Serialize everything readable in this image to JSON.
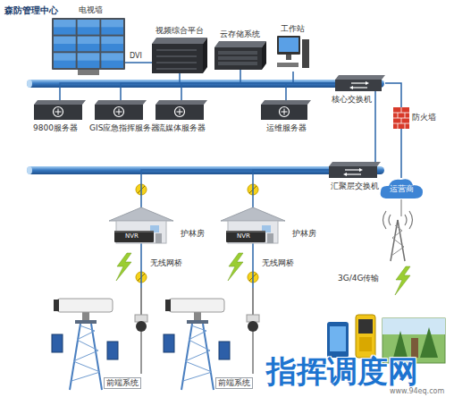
{
  "diagram": {
    "title": "森防管理中心",
    "nodes": [
      {
        "text": [
          "电视墙"
        ]
      },
      {
        "text": [
          "视频综合平台"
        ]
      },
      {
        "text": [
          "云存储系统"
        ]
      },
      {
        "text": [
          "工作站"
        ]
      },
      {
        "text": [
          "9800服务器"
        ]
      },
      {
        "text": [
          "GIS应急指挥服务器"
        ]
      },
      {
        "text": [
          "流媒体服务器"
        ]
      },
      {
        "text": [
          "运维服务器"
        ]
      },
      {
        "text": [
          "核心交换机"
        ]
      },
      {
        "text": [
          "防火墙"
        ]
      },
      {
        "text": [
          "汇聚层交换机"
        ]
      },
      {
        "text": [
          "运营商"
        ]
      },
      {
        "text": [
          "护林房"
        ]
      },
      {
        "text": [
          "NVR"
        ],
        "in": 12
      },
      {
        "text": [
          "护林房"
        ]
      },
      {
        "text": [
          "NVR"
        ],
        "in": 14
      },
      {
        "text": [
          "前端系统"
        ]
      },
      {
        "text": [
          "前端系统"
        ]
      }
    ],
    "edges": [
      {
        "from": 0,
        "to": 1,
        "label": "DVI",
        "arrow": "none"
      },
      {
        "from": 1,
        "to": 8,
        "arrow": "none"
      },
      {
        "from": 2,
        "to": 8,
        "arrow": "none"
      },
      {
        "from": 3,
        "to": 8,
        "arrow": "none"
      },
      {
        "from": 4,
        "to": 8,
        "arrow": "none"
      },
      {
        "from": 5,
        "to": 8,
        "arrow": "none"
      },
      {
        "from": 6,
        "to": 8,
        "arrow": "none"
      },
      {
        "from": 7,
        "to": 8,
        "arrow": "none"
      },
      {
        "from": 8,
        "to": 10,
        "arrow": "none"
      },
      {
        "from": 8,
        "to": 9,
        "arrow": "none"
      },
      {
        "from": 9,
        "to": 11,
        "arrow": "none"
      },
      {
        "from": 10,
        "to": 12,
        "arrow": "none"
      },
      {
        "from": 10,
        "to": 14,
        "arrow": "none"
      },
      {
        "from": 12,
        "to": 16,
        "label": "无线网桥",
        "arrow": "none"
      },
      {
        "from": 14,
        "to": 17,
        "label": "无线网桥",
        "arrow": "none"
      }
    ],
    "labels": [
      "3G/4G传输",
      "指挥调度网",
      "www.94eq.com"
    ]
  }
}
